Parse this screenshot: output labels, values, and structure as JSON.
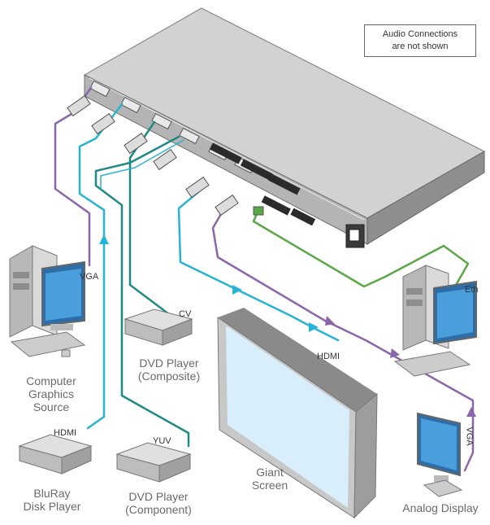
{
  "note": {
    "line1": "Audio Connections",
    "line2": "are not shown"
  },
  "devices": {
    "computer_source": [
      "Computer",
      "Graphics",
      "Source"
    ],
    "bluray": [
      "BluRay",
      "Disk Player"
    ],
    "dvd_composite": [
      "DVD Player",
      "(Composite)"
    ],
    "dvd_component": [
      "DVD Player",
      "(Component)"
    ],
    "giant_screen": [
      "Giant",
      "Screen"
    ],
    "analog_display": [
      "Analog Display"
    ]
  },
  "cables": {
    "vga_in": "VGA",
    "hdmi_in": "HDMI",
    "cv_in": "CV",
    "yuv_in": "YUV",
    "hdmi_out": "HDMI",
    "vga_out": "VGA",
    "eth": "Eth"
  },
  "colors": {
    "vga": "#8b66ad",
    "hdmi": "#27b3d3",
    "video": "#1f8a84",
    "ethernet": "#5aa845",
    "chassis_top": "#cfcfcf",
    "chassis_front": "#9a9a9a"
  }
}
